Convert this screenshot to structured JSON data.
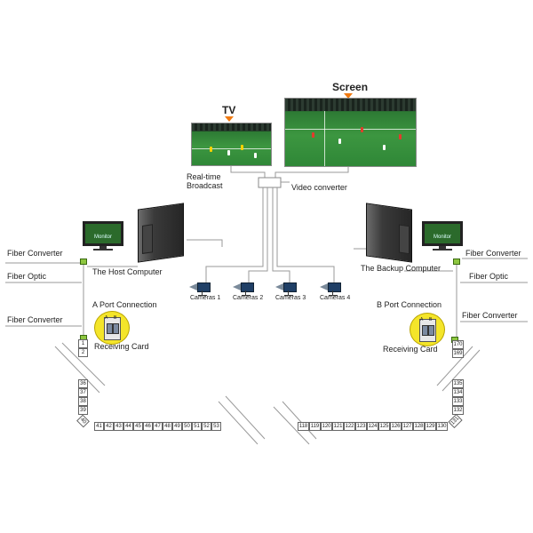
{
  "labels": {
    "screen": "Screen",
    "tv": "TV",
    "realtime_broadcast": "Real-time\nBroadcast",
    "video_converter": "Video converter",
    "host_computer": "The Host Computer",
    "backup_computer": "The Backup Computer",
    "monitor": "Monitor",
    "fiber_converter": "Fiber Converter",
    "fiber_optic": "Fiber Optic",
    "a_port": "A Port Connection",
    "b_port": "B Port Connection",
    "receiving_card": "Receiving Card",
    "card_a": "A",
    "card_b": "B"
  },
  "cameras": [
    "Cameras 1",
    "Cameras 2",
    "Cameras 3",
    "Cameras 4"
  ],
  "left_column_top": [
    "1",
    "2"
  ],
  "left_column_bottom": [
    "36",
    "37",
    "38",
    "39"
  ],
  "left_corner": "40",
  "left_row": [
    "41",
    "42",
    "43",
    "44",
    "45",
    "46",
    "47",
    "48",
    "49",
    "50",
    "51",
    "52",
    "53"
  ],
  "right_row": [
    "118",
    "119",
    "120",
    "121",
    "122",
    "123",
    "124",
    "125",
    "126",
    "127",
    "128",
    "129",
    "130"
  ],
  "right_corner": "131",
  "right_column_top": [
    "170",
    "169"
  ],
  "right_column_bottom": [
    "135",
    "134",
    "133",
    "132"
  ],
  "colors": {
    "arrow": "#f07a12",
    "card": "#f4e52a",
    "converter": "#8dc63f",
    "camera": "#1f3f66",
    "pitch": "#3c9640"
  }
}
